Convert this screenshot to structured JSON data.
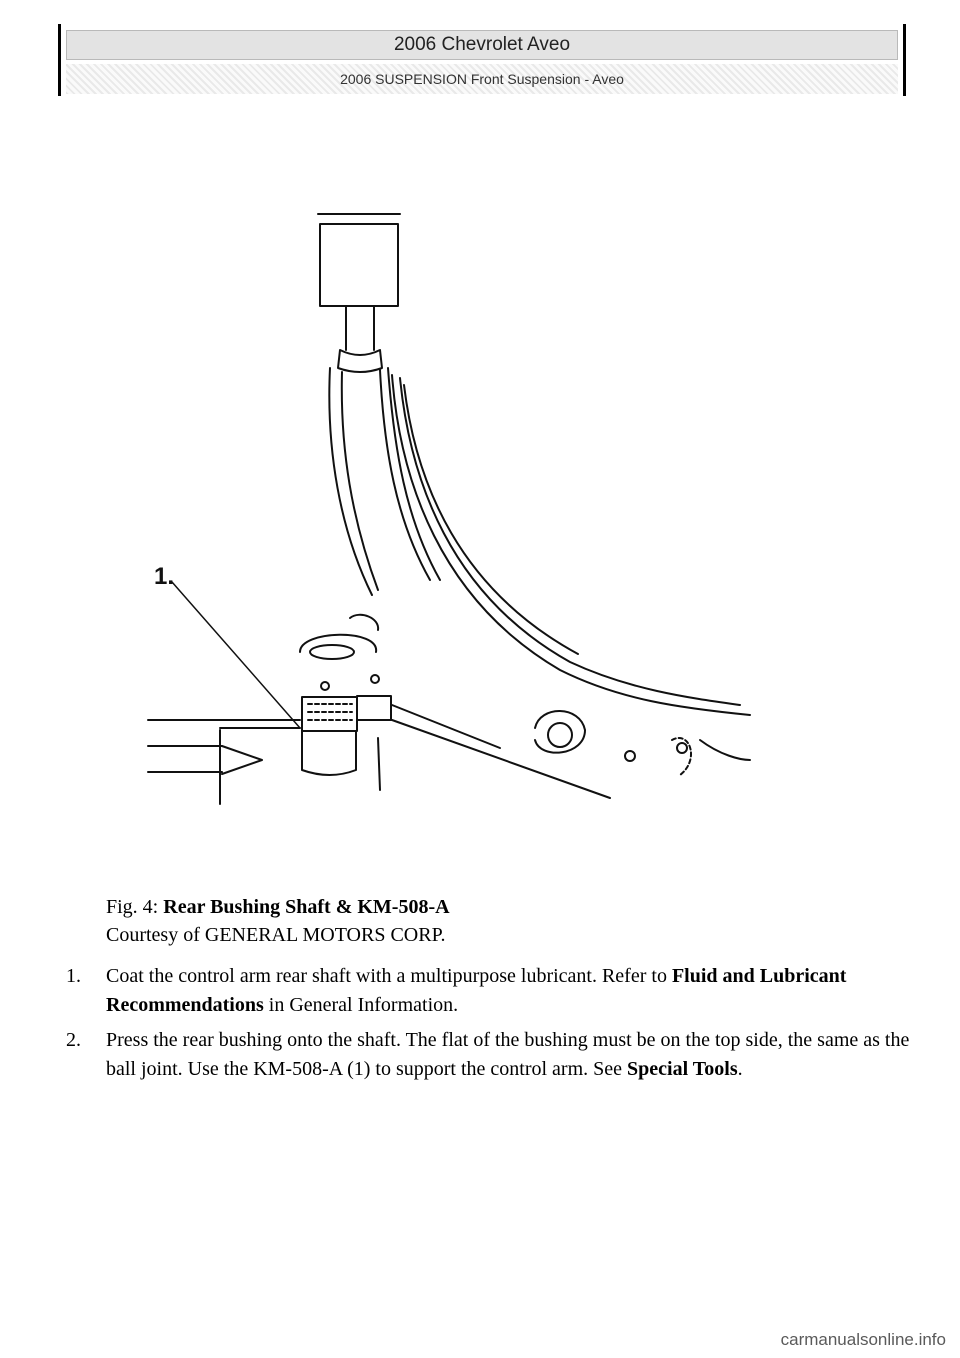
{
  "header": {
    "title": "2006 Chevrolet Aveo",
    "subtitle": "2006 SUSPENSION Front Suspension - Aveo"
  },
  "figure": {
    "callout": "1."
  },
  "caption": {
    "fig_label": "Fig. 4:",
    "fig_title": "Rear Bushing Shaft & KM-508-A",
    "courtesy_prefix": "Courtesy of",
    "courtesy_org": "GENERAL MOTORS CORP."
  },
  "steps": [
    {
      "number": "1.",
      "text": "Coat the control arm rear shaft with a multipurpose lubricant. Refer to",
      "link": "Fluid and Lubricant Recommendations",
      "suffix": "in General Information."
    },
    {
      "number": "2.",
      "text": "Press the rear bushing onto the shaft. The flat of the bushing must be on the top side, the same as the ball joint. Use the KM-508-A (1) to support the control arm. See",
      "link": "Special Tools",
      "suffix": "."
    }
  ],
  "watermark": "carmanualsonline.info"
}
